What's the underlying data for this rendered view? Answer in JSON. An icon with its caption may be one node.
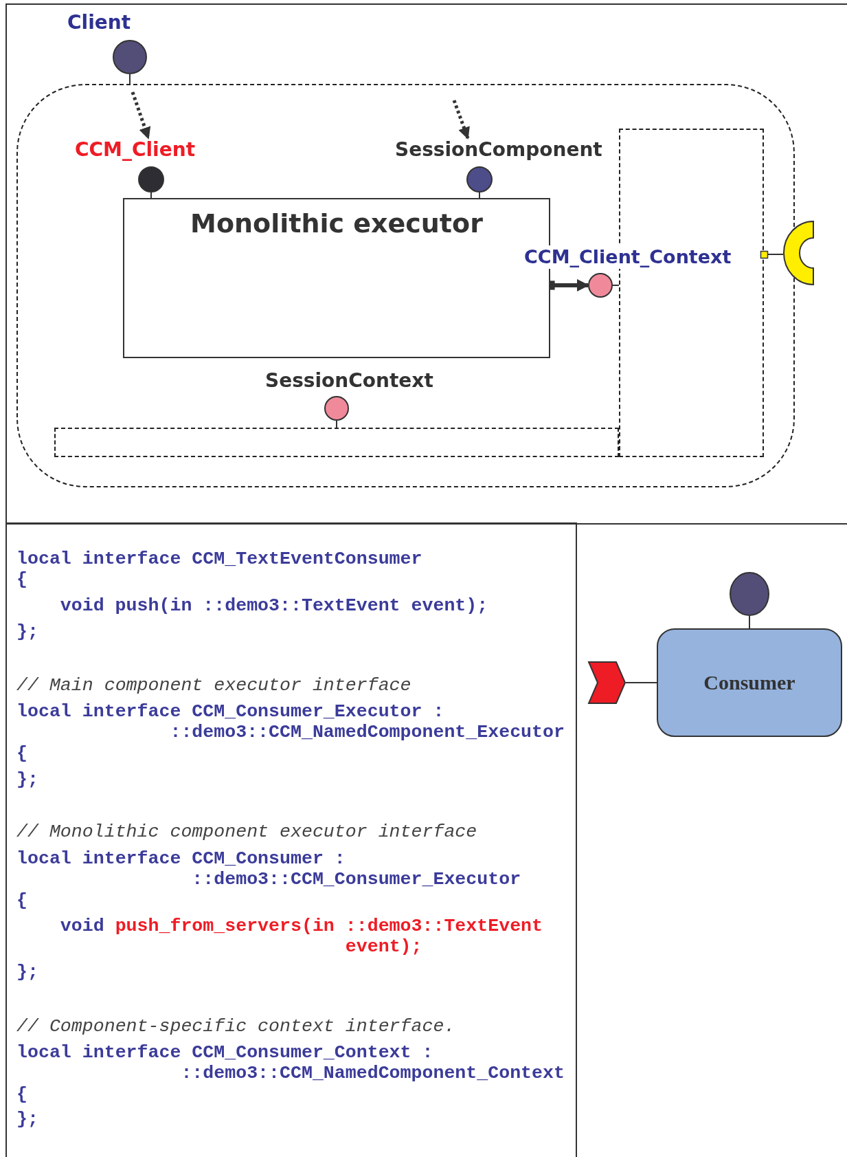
{
  "diagram": {
    "nodes": [
      {
        "text": [
          "Client"
        ]
      },
      {
        "text": [],
        "shape": "box"
      },
      {
        "text": [
          "CCM_Client"
        ],
        "in": 1
      },
      {
        "text": [
          "SessionComponent"
        ],
        "in": 1
      },
      {
        "text": [
          "Monolithic executor"
        ],
        "in": 1
      },
      {
        "text": [],
        "shape": "box",
        "in": 1
      },
      {
        "text": [],
        "shape": "circle",
        "in": 1
      },
      {
        "text": [],
        "shape": "box",
        "in": 1
      },
      {
        "text": [],
        "shape": "semicircle"
      },
      {
        "text": [
          "SessionContext"
        ],
        "in": 1
      },
      {
        "text": [],
        "shape": "box",
        "in": 1
      },
      {
        "text": [],
        "shape": "circle"
      },
      {
        "text": [
          "Consumer"
        ]
      },
      {
        "text": [],
        "shape": "chevron"
      }
    ],
    "edges": [
      {
        "from": 0,
        "to": 1,
        "arrow": "none"
      },
      {
        "from": null,
        "to": 2,
        "arrow": "to",
        "style": "dashed"
      },
      {
        "from": null,
        "to": 3,
        "arrow": "to",
        "style": "dashed"
      },
      {
        "from": 2,
        "to": 4,
        "arrow": "none"
      },
      {
        "from": 3,
        "to": 4,
        "arrow": "none"
      },
      {
        "from": 4,
        "to": 6,
        "arrow": "to",
        "style": "thick"
      },
      {
        "from": 6,
        "to": 5,
        "arrow": "none"
      },
      {
        "from": 9,
        "to": 10,
        "arrow": "none"
      },
      {
        "from": 7,
        "to": 8,
        "arrow": "none"
      },
      {
        "from": 11,
        "to": 12,
        "arrow": "none"
      },
      {
        "from": 13,
        "to": 12,
        "arrow": "none"
      }
    ],
    "labels": [
      "CCM_Client_Context",
      "local interface CCM_TextEventConsumer",
      "{",
      "void push(in ::demo3::TextEvent event);",
      "};",
      "// Main component executor interface",
      "local interface CCM_Consumer_Executor :",
      "::demo3::CCM_NamedComponent_Executor",
      "{",
      "};",
      "// Monolithic component executor interface",
      "local interface CCM_Consumer :",
      "::demo3::CCM_Consumer_Executor",
      "{",
      "void",
      "push_from_servers(in ::demo3::TextEvent",
      "event);",
      "};",
      "// Component-specific context interface.",
      "local interface CCM_Consumer_Context :",
      "::demo3::CCM_NamedComponent_Context",
      "{",
      "};"
    ]
  }
}
